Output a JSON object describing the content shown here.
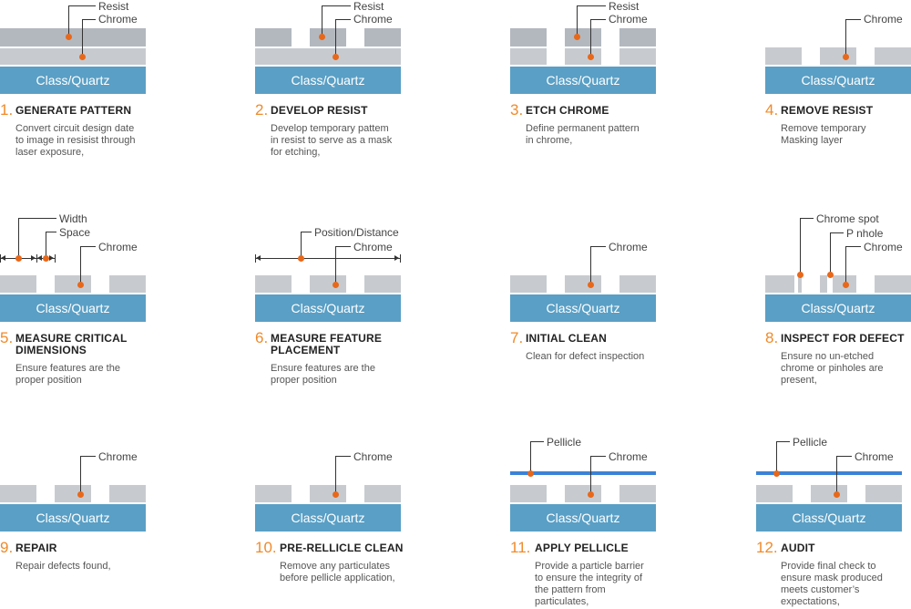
{
  "quartz_label": "Class/Quartz",
  "colors": {
    "quartz": "#5a9fc5",
    "chrome": "#c7cbd0",
    "resist": "#b3b8bf",
    "pellicle": "#3b82d6",
    "dot": "#e8681a",
    "step_number": "#f08a2a"
  },
  "steps": [
    {
      "num": "1.",
      "title_lines": [
        "GENERATE PATTERN"
      ],
      "desc_lines": [
        "Convert circuit design date",
        "to image in resisist through",
        "laser exposure,"
      ],
      "labels": [
        "Resist",
        "Chrome"
      ]
    },
    {
      "num": "2.",
      "title_lines": [
        "DEVELOP RESIST"
      ],
      "desc_lines": [
        "Develop temporary pattem",
        "in resist to serve as a mask",
        "for etching,"
      ],
      "labels": [
        "Resist",
        "Chrome"
      ]
    },
    {
      "num": "3.",
      "title_lines": [
        "ETCH CHROME"
      ],
      "desc_lines": [
        "Define permanent pattern",
        "in chrome,"
      ],
      "labels": [
        "Resist",
        "Chrome"
      ]
    },
    {
      "num": "4.",
      "title_lines": [
        "REMOVE RESIST"
      ],
      "desc_lines": [
        "Remove temporary",
        "Masking layer"
      ],
      "labels": [
        "Chrome"
      ]
    },
    {
      "num": "5.",
      "title_lines": [
        "MEASURE CRITICAL",
        "DIMENSIONS"
      ],
      "desc_lines": [
        "Ensure features are the",
        "proper position"
      ],
      "labels": [
        "Width",
        "Space",
        "Chrome"
      ]
    },
    {
      "num": "6.",
      "title_lines": [
        "MEASURE FEATURE",
        "PLACEMENT"
      ],
      "desc_lines": [
        "Ensure features are the",
        "proper position"
      ],
      "labels": [
        "Position/Distance",
        "Chrome"
      ]
    },
    {
      "num": "7.",
      "title_lines": [
        "INITIAL CLEAN"
      ],
      "desc_lines": [
        "Clean for defect inspection"
      ],
      "labels": [
        "Chrome"
      ]
    },
    {
      "num": "8.",
      "title_lines": [
        "INSPECT FOR DEFECT"
      ],
      "desc_lines": [
        "Ensure no un-etched",
        "chrome or pinholes are",
        "present,"
      ],
      "labels": [
        "Chrome spot",
        "P nhole",
        "Chrome"
      ]
    },
    {
      "num": "9.",
      "title_lines": [
        "REPAIR"
      ],
      "desc_lines": [
        "Repair defects found,"
      ],
      "labels": [
        "Chrome"
      ]
    },
    {
      "num": "10.",
      "title_lines": [
        "PRE-RELLICLE CLEAN"
      ],
      "desc_lines": [
        "Remove any particulates",
        "before pellicle application,"
      ],
      "labels": [
        "Chrome"
      ]
    },
    {
      "num": "11.",
      "title_lines": [
        "APPLY PELLICLE"
      ],
      "desc_lines": [
        "Provide a particle barrier",
        "to ensure the integrity of",
        "the pattern from",
        "particulates,"
      ],
      "labels": [
        "Pellicle",
        "Chrome"
      ]
    },
    {
      "num": "12.",
      "title_lines": [
        "AUDIT"
      ],
      "desc_lines": [
        "Provide final check to",
        "ensure mask produced",
        "meets customer’s",
        "expectations,"
      ],
      "labels": [
        "Pellicle",
        "Chrome"
      ]
    }
  ]
}
